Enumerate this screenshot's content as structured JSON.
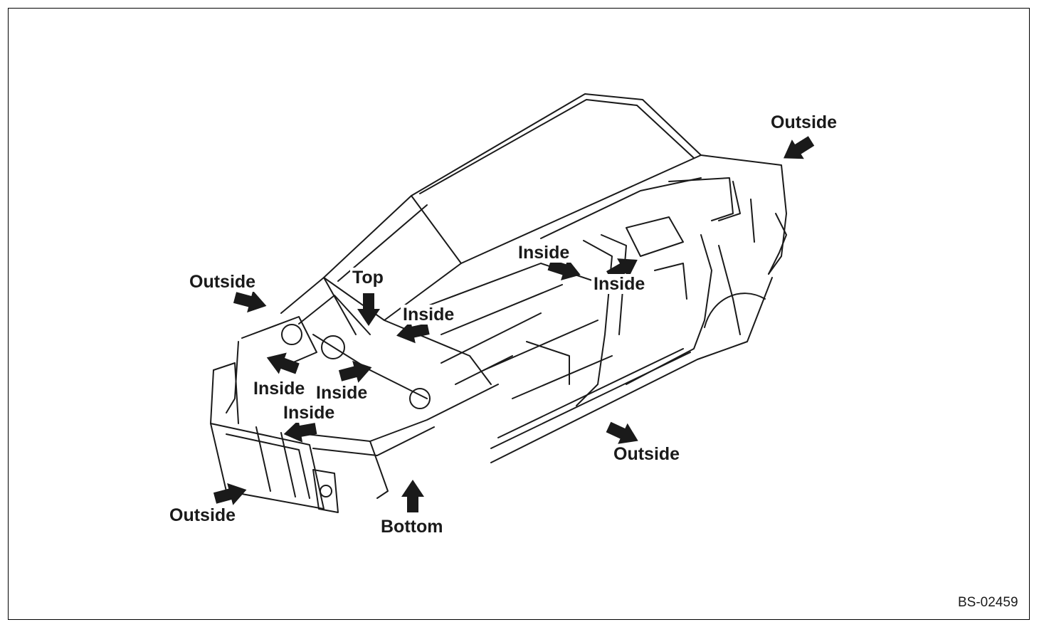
{
  "figure_code": "BS-02459",
  "labels": {
    "outside_rear": "Outside",
    "outside_front_upper": "Outside",
    "top": "Top",
    "inside_pillar": "Inside",
    "inside_rear": "Inside",
    "inside_cowl": "Inside",
    "inside_left_1": "Inside",
    "inside_left_2": "Inside",
    "inside_radiator": "Inside",
    "outside_side": "Outside",
    "outside_front_lower": "Outside",
    "bottom": "Bottom"
  },
  "colors": {
    "ink": "#1a1a1a",
    "background": "#ffffff"
  },
  "arrow_icon": "solid-arrow-icon"
}
